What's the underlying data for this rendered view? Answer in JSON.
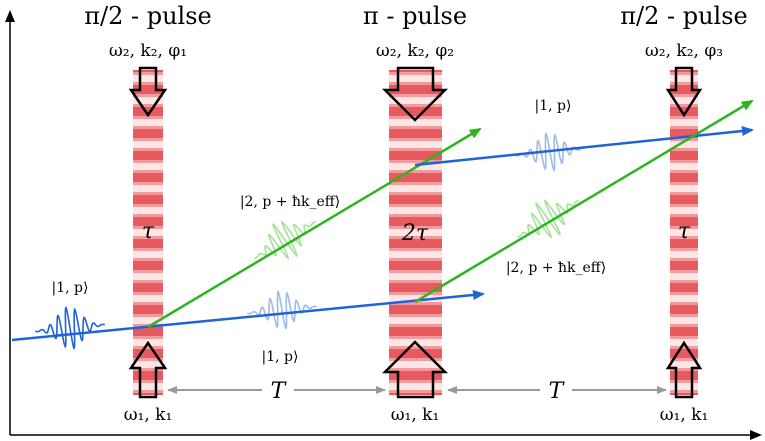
{
  "headers": {
    "left": "π/2 - pulse",
    "middle": "π - pulse",
    "right": "π/2 - pulse"
  },
  "top_params": {
    "left": "ω₂, k₂, φ₁",
    "middle": "ω₂, k₂, φ₂",
    "right": "ω₂, k₂, φ₃"
  },
  "bottom_params": {
    "left": "ω₁, k₁",
    "middle": "ω₁, k₁",
    "right": "ω₁, k₁"
  },
  "durations": {
    "left": "τ",
    "middle": "2τ",
    "right": "τ"
  },
  "state_labels": {
    "input": "|1, p⟩",
    "upper_excited": "|2, p + ħk_eff⟩",
    "lower_ground": "|1, p⟩",
    "upper_ground": "|1, p⟩",
    "lower_excited": "|2, p + ħk_eff⟩"
  },
  "intervals": {
    "first": "T",
    "second": "T"
  },
  "colors": {
    "beam": "#e8464c",
    "ground": "#1f63d6",
    "excited": "#2cb51d",
    "ground_faded": "#9dbbe6",
    "excited_faded": "#a5e39a",
    "arrow_gray": "#9a9a9a"
  }
}
